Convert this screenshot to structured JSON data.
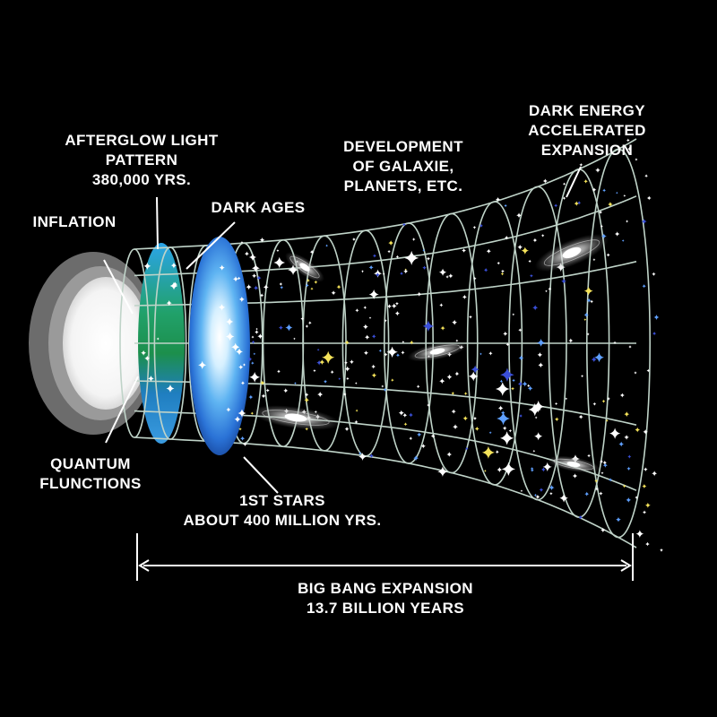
{
  "labels": {
    "afterglow": [
      "AFTERGLOW LIGHT",
      "PATTERN",
      "380,000 YRS."
    ],
    "inflation": [
      "INFLATION"
    ],
    "dark_ages": [
      "DARK AGES"
    ],
    "development": [
      "DEVELOPMENT",
      "OF GALAXIE,",
      "PLANETS, ETC."
    ],
    "dark_energy": [
      "DARK ENERGY",
      "ACCELERATED",
      "EXPANSION"
    ],
    "quantum": [
      "QUANTUM",
      "FLUNCTIONS"
    ],
    "first_stars": [
      "1ST STARS",
      "ABOUT 400 MILLION YRS."
    ],
    "big_bang": [
      "BIG BANG EXPANSION",
      "13.7 BILLION YEARS"
    ]
  },
  "colors": {
    "background": "#000000",
    "text": "#ffffff",
    "grid": "#bfd3c8",
    "afterglow_blue": "#2a8fe0",
    "afterglow_green": "#1f9b55",
    "first_stars_blue": "#2d7fe0",
    "quantum_outer": "#6a6a6a",
    "quantum_inner": "#f2f2f2"
  },
  "icons": [
    "star-icon",
    "galaxy-icon"
  ]
}
